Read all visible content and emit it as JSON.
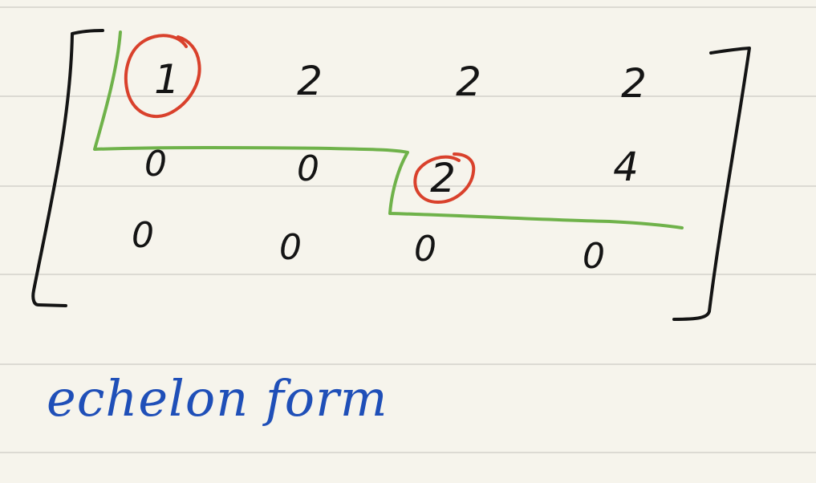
{
  "matrix": {
    "rows": [
      [
        "1",
        "2",
        "2",
        "2"
      ],
      [
        "0",
        "0",
        "2",
        "4"
      ],
      [
        "0",
        "0",
        "0",
        "0"
      ]
    ],
    "pivots": [
      {
        "row": 0,
        "col": 0
      },
      {
        "row": 1,
        "col": 2
      }
    ]
  },
  "caption": "echelon form",
  "colors": {
    "paper": "#f6f4ec",
    "rule": "#dcdad3",
    "ink": "#141414",
    "pivot_circle": "#d9412c",
    "staircase": "#6fb24a",
    "caption": "#1f4fb8"
  }
}
